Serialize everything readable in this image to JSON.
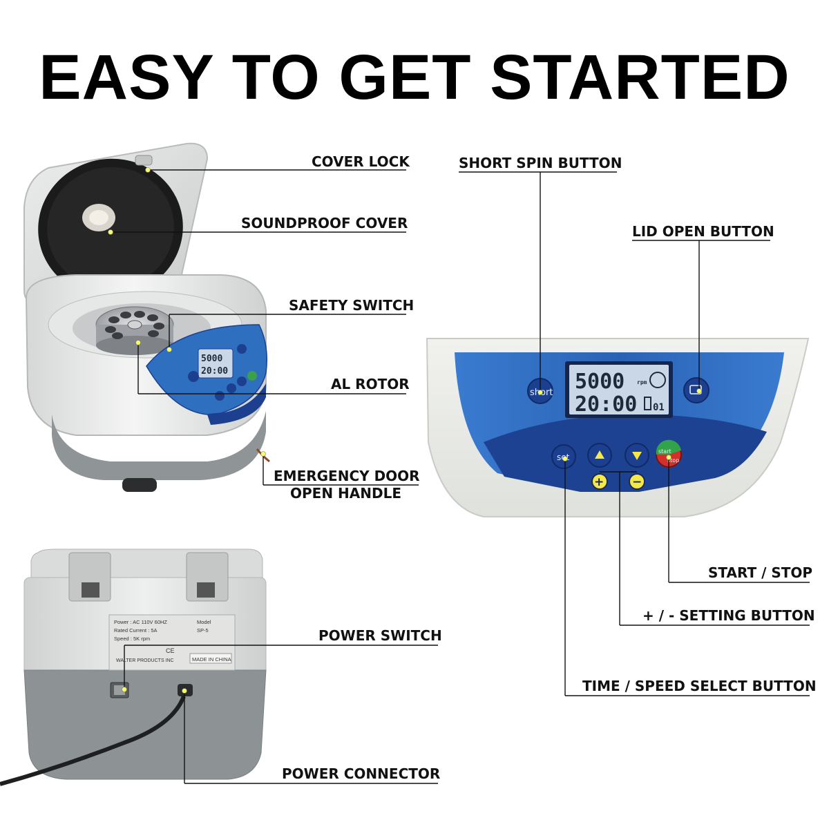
{
  "page": {
    "title": "EASY TO GET STARTED"
  },
  "labels": {
    "cover_lock": "COVER LOCK",
    "soundproof_cover": "SOUNDPROOF COVER",
    "safety_switch": "SAFETY SWITCH",
    "al_rotor": "AL ROTOR",
    "emergency_line1": "EMERGENCY DOOR",
    "emergency_line2": "OPEN HANDLE",
    "power_switch": "POWER SWITCH",
    "power_connector": "POWER CONNECTOR",
    "short_spin_button": "SHORT SPIN BUTTON",
    "lid_open_button": "LID OPEN BUTTON",
    "start_stop": "START / STOP",
    "setting_button": "+ / - SETTING BUTTON",
    "time_speed_select": "TIME / SPEED SELECT BUTTON"
  },
  "control_panel": {
    "lcd_speed": "5000",
    "lcd_speed_unit": "rpm",
    "lcd_time": "20:00",
    "lcd_program": "01",
    "short_label": "short",
    "set_label": "set",
    "start_label": "start",
    "stop_label": "stop",
    "plus_symbol": "+",
    "minus_symbol": "−"
  },
  "small_panel": {
    "lcd_speed": "5000",
    "lcd_time": "20:00"
  },
  "rear_plate": {
    "power": "Power : AC 110V  60HZ",
    "rated_current": "Rated Current : 5A",
    "speed": "Speed : 5K rpm",
    "model_label": "Model",
    "model_value": "SP-5",
    "made_in": "MADE IN CHINA",
    "manufacturer": "WALTER PRODUCTS INC",
    "ce_mark": "CE"
  },
  "colors": {
    "panel_blue": "#2f6fc0",
    "panel_dark_blue": "#1c3f8f",
    "body_white": "#eceeed",
    "base_gray": "#8f9496",
    "lcd_bg": "#c9d7e6",
    "start_green": "#33a34a",
    "stop_red": "#d2302b",
    "callout_dot": "#f6ff6a"
  }
}
